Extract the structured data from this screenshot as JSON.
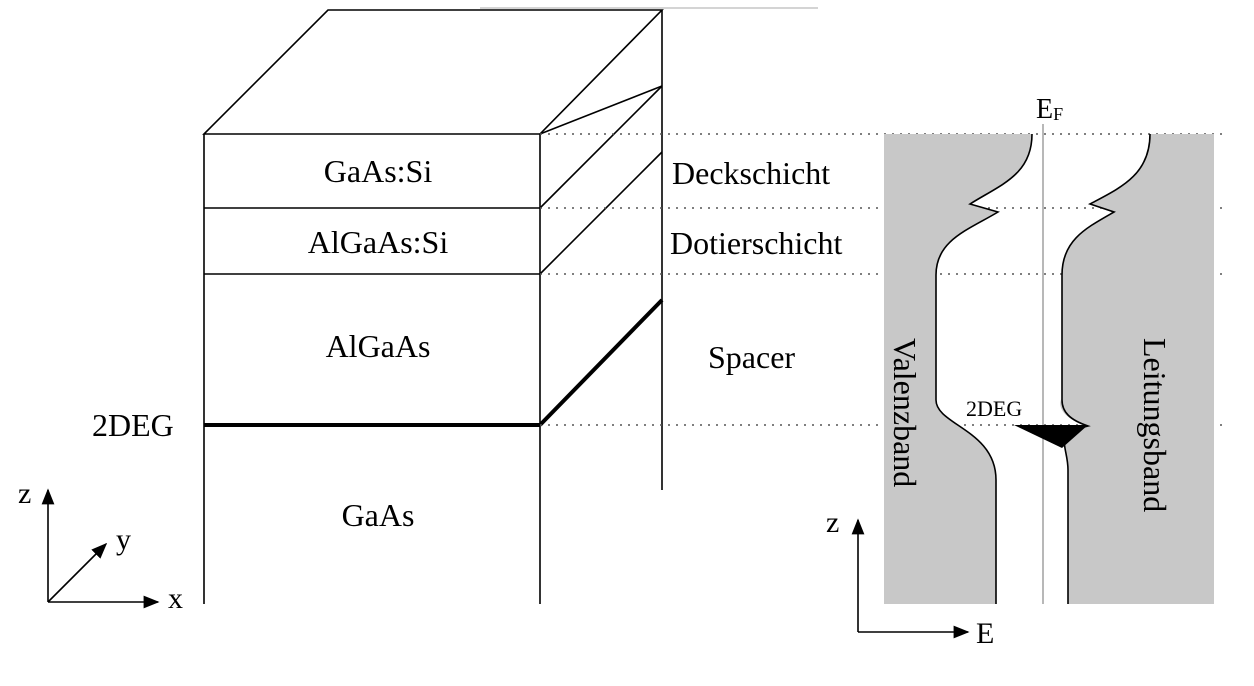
{
  "layers": [
    {
      "label": "GaAs:Si",
      "description": "Deckschicht"
    },
    {
      "label": "AlGaAs:Si",
      "description": "Dotierschicht"
    },
    {
      "label": "AlGaAs",
      "description": "Spacer"
    },
    {
      "label": "GaAs",
      "description": ""
    }
  ],
  "left_2deg_label": "2DEG",
  "left_axes": {
    "z": "z",
    "y": "y",
    "x": "x"
  },
  "band_diagram": {
    "fermi_main": "E",
    "fermi_sub": "F",
    "valence_band_label": "Valenzband",
    "conduction_band_label": "Leitungsband",
    "twodeg_label": "2DEG",
    "axis_z": "z",
    "axis_e": "E"
  },
  "colors": {
    "band_fill": "#c8c8c8",
    "line": "#000000",
    "guide": "#555555"
  }
}
